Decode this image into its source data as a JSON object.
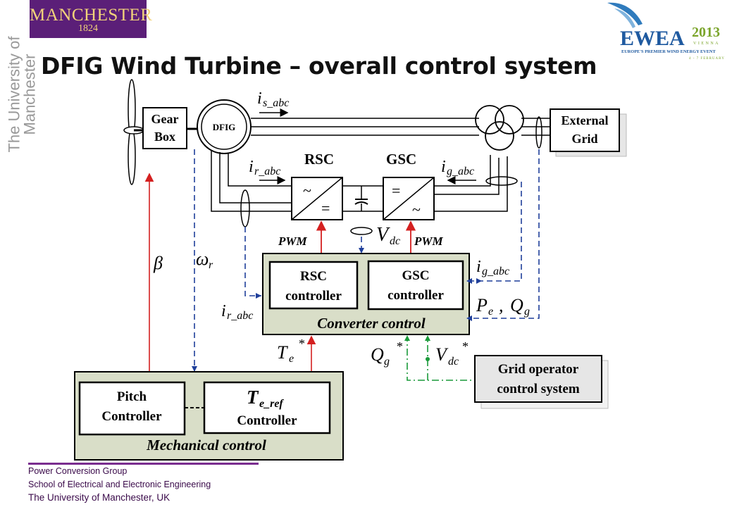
{
  "header": {
    "manchester_logo_line1": "MANCHESTER",
    "manchester_logo_line2": "1824",
    "university_vertical": "The University of Manchester",
    "title": "DFIG Wind Turbine – overall control system",
    "ewea_logo_text": "EWEA",
    "ewea_year": "2013",
    "ewea_city": "VIENNA",
    "ewea_tagline": "EUROPE'S PREMIER WIND ENERGY EVENT",
    "ewea_dates": "4 - 7 FEBRUARY"
  },
  "diagram": {
    "gearbox": [
      "Gear",
      "Box"
    ],
    "dfig": "DFIG",
    "external_grid": [
      "External",
      "Grid"
    ],
    "rsc": "RSC",
    "gsc": "GSC",
    "rsc_top": "~",
    "rsc_bottom": "=",
    "gsc_top": "=",
    "gsc_bottom": "~",
    "pwm_left": "PWM",
    "pwm_right": "PWM",
    "is_abc": "i",
    "is_abc_sub": "s_abc",
    "ir_abc": "i",
    "ir_abc_sub": "r_abc",
    "ig_abc": "i",
    "ig_abc_sub": "g_abc",
    "vdc": "V",
    "vdc_sub": "dc",
    "beta": "β",
    "omega": "ω",
    "omega_sub": "r",
    "ig_abc2": "i",
    "ig_abc2_sub": "g_abc",
    "pe": "P",
    "pe_sub": "e",
    "comma": ",",
    "qg": "Q",
    "qg_sub": "g",
    "ir_abc2": "i",
    "ir_abc2_sub": "r_abc",
    "rsc_controller": [
      "RSC",
      "controller"
    ],
    "gsc_controller": [
      "GSC",
      "controller"
    ],
    "converter_control": "Converter control",
    "te_star": "T",
    "te_star_sub": "e",
    "star": "*",
    "qg_star": "Q",
    "qg_star_sub": "g",
    "vdc_star": "V",
    "vdc_star_sub": "dc",
    "grid_operator": [
      "Grid operator",
      "control system"
    ],
    "pitch_controller": [
      "Pitch",
      "Controller"
    ],
    "te_ref": "T",
    "te_ref_sub": "e_ref",
    "te_ref_controller": "Controller",
    "mechanical_control": "Mechanical control"
  },
  "footer": {
    "line1": "Power Conversion Group",
    "line2": "School of Electrical and Electronic Engineering",
    "line3": "The University  of Manchester,  UK"
  },
  "colors": {
    "purple": "#5b1f78",
    "red_signal": "#d42020",
    "blue_signal": "#1f3f9a",
    "green_signal": "#1a9a3a",
    "controller_fill": "#d9dec8"
  }
}
